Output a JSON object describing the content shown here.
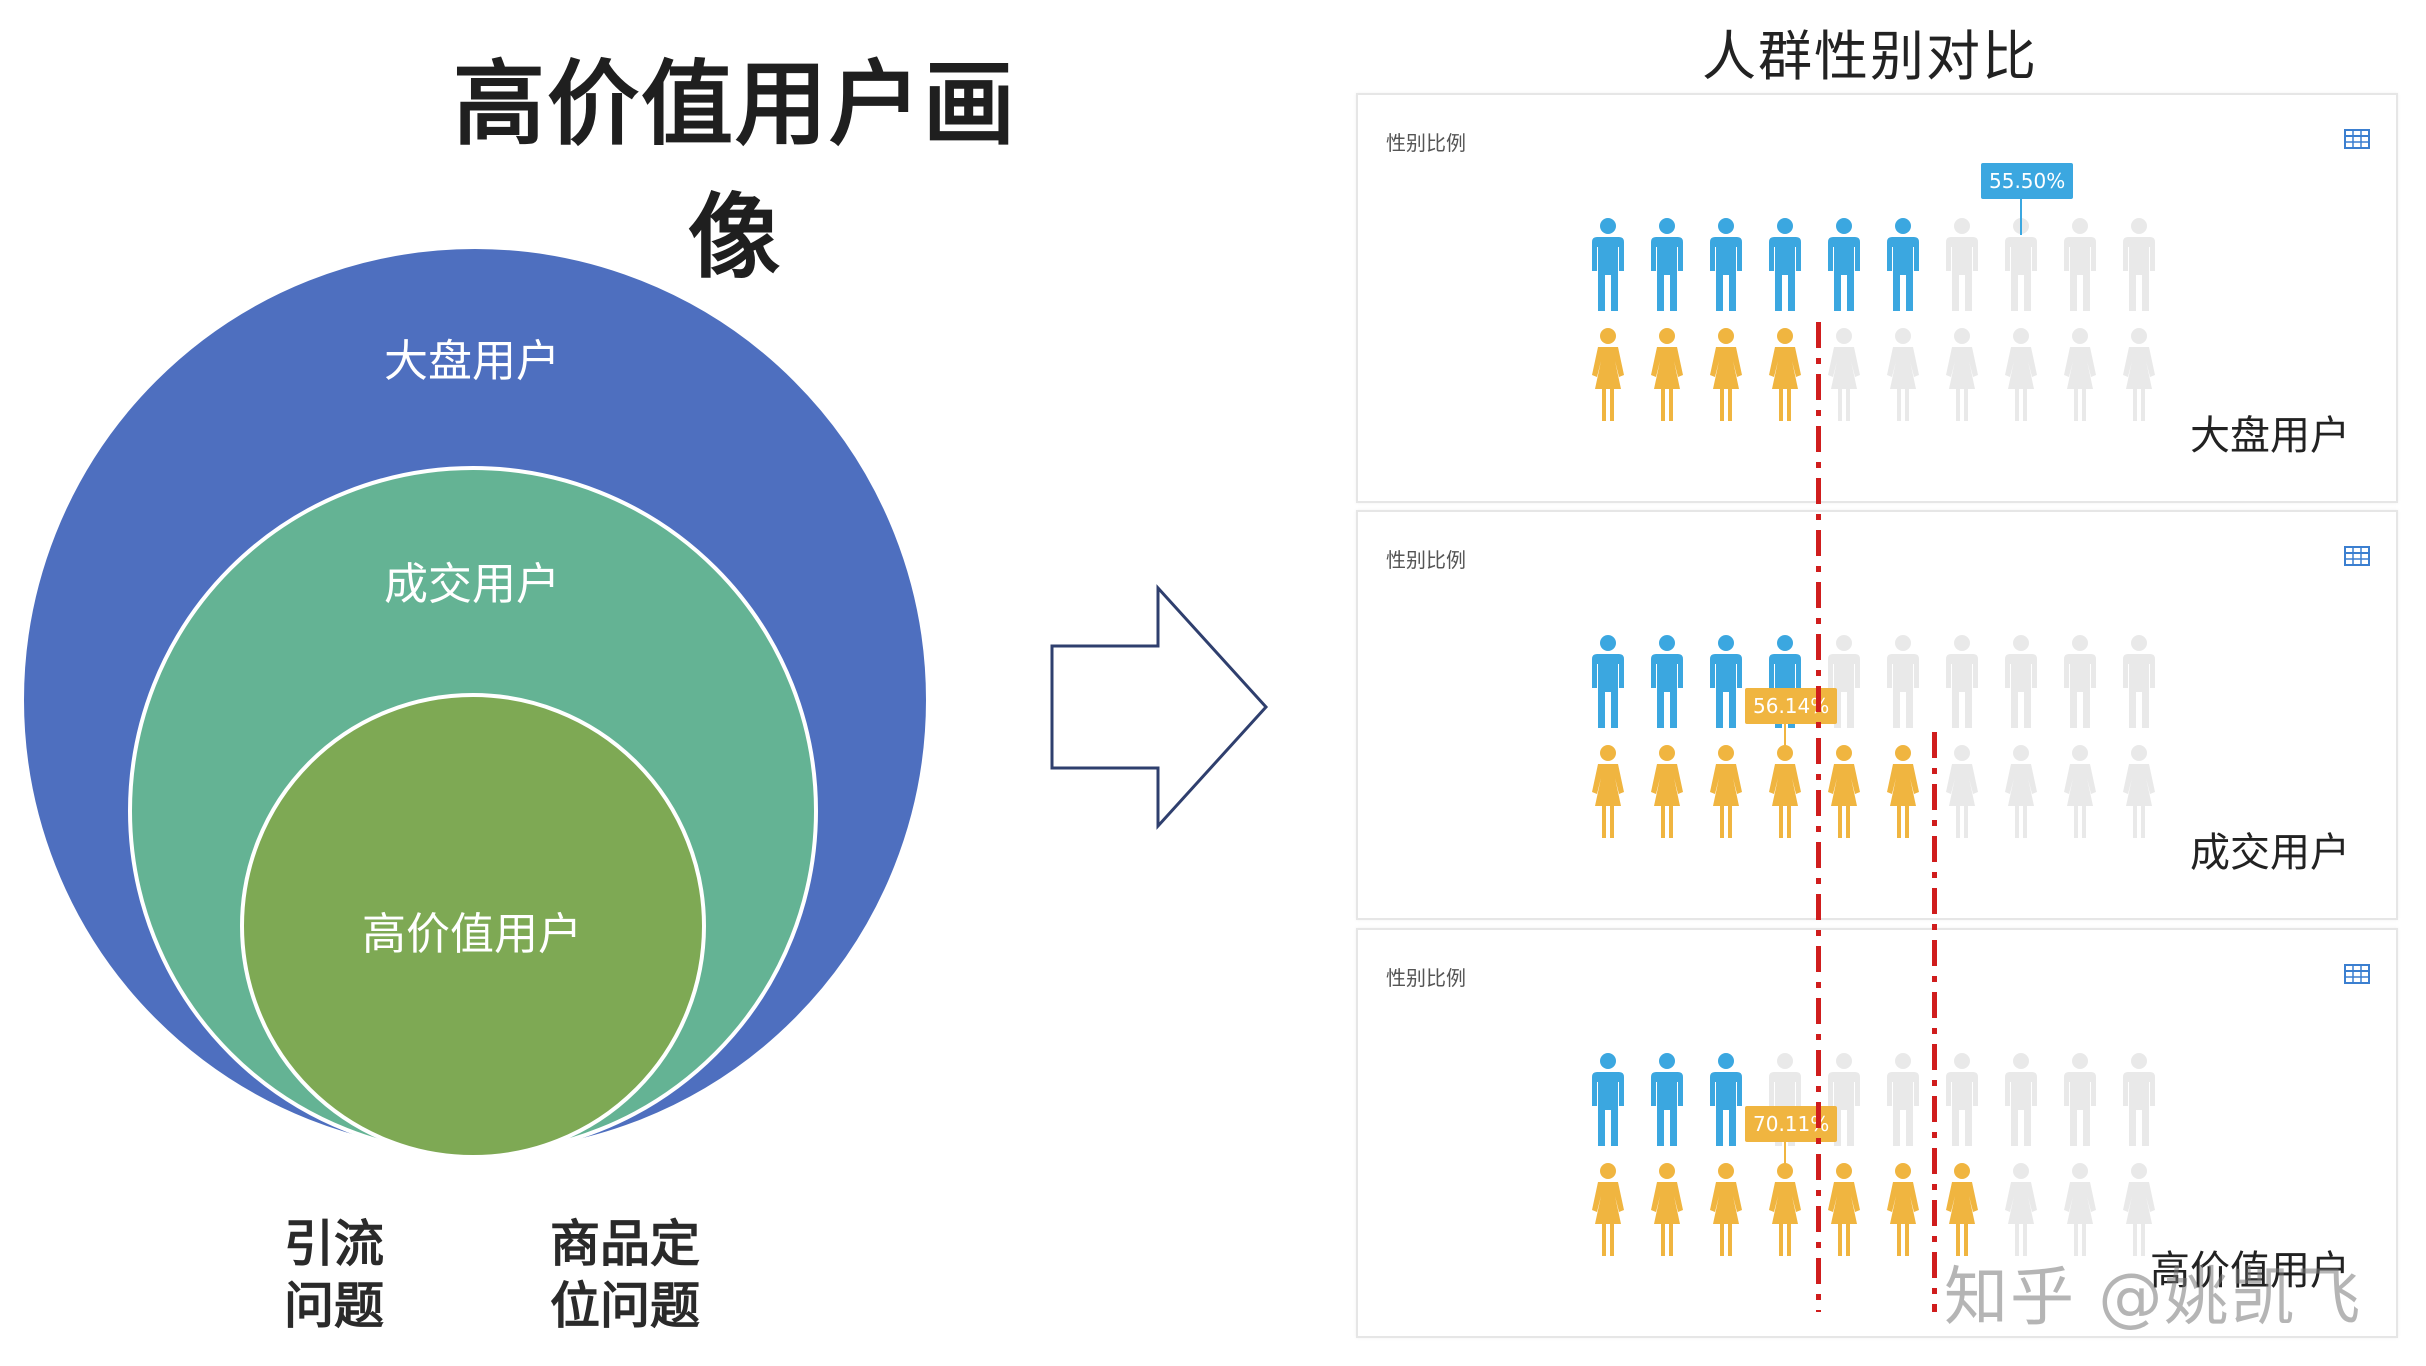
{
  "left": {
    "title": "高价值用户画像",
    "circles": {
      "outer": "大盘用户",
      "middle": "成交用户",
      "inner": "高价值用户"
    },
    "bottom_labels": {
      "left": [
        "引流",
        "问题"
      ],
      "right": [
        "商品定",
        "位问题"
      ]
    }
  },
  "right": {
    "title": "人群性别对比",
    "panels": [
      {
        "title": "性别比例",
        "category": "大盘用户",
        "male_count": 6,
        "female_count": 4,
        "tag": "55.50%",
        "tag_row": "male",
        "tag_index": 7
      },
      {
        "title": "性别比例",
        "category": "成交用户",
        "male_count": 4,
        "female_count": 6,
        "tag": "56.14%",
        "tag_row": "female",
        "tag_index": 3
      },
      {
        "title": "性别比例",
        "category": "高价值用户",
        "male_count": 3,
        "female_count": 7,
        "tag": "70.11%",
        "tag_row": "female",
        "tag_index": 3
      }
    ]
  },
  "colors": {
    "outer_circle": "#4e6fbf",
    "middle_circle": "#64b394",
    "inner_circle": "#7ea954",
    "male": "#3ba7e0",
    "female": "#f0b540",
    "inactive": "#e9e9e9",
    "dash_line": "#d01d1d",
    "arrow_stroke": "#2f3f6e"
  },
  "icons": {
    "panel_icon": "table-icon",
    "arrow": "right-arrow-icon",
    "male": "male-person-icon",
    "female": "female-person-icon"
  },
  "watermark": "知乎 @姚凯飞"
}
